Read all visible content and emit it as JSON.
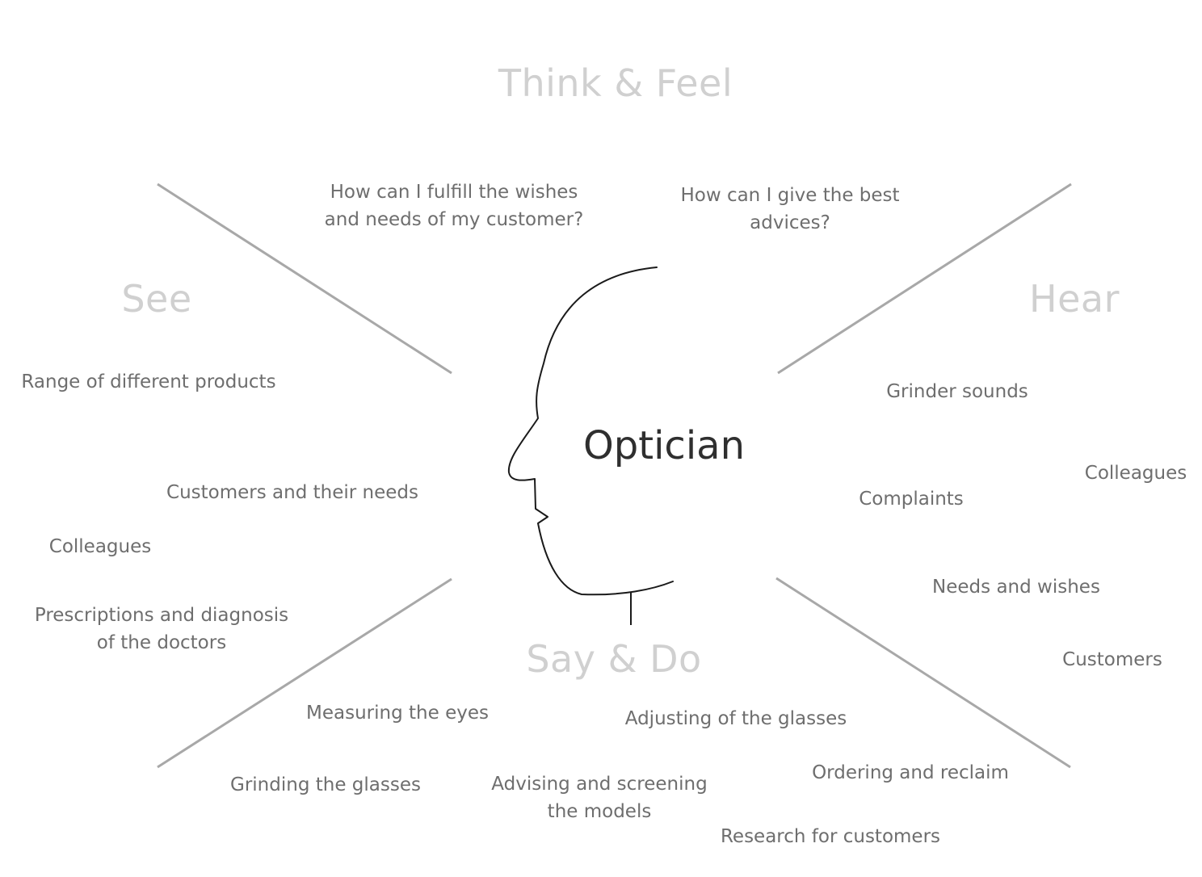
{
  "title": "Optician",
  "sections": {
    "think_feel": {
      "title": "Think & Feel",
      "items": [
        "How can I fulfill the wishes\nand needs of my customer?",
        "How can I give the best\nadvices?"
      ]
    },
    "see": {
      "title": "See",
      "items": [
        "Range of different products",
        "Customers and their needs",
        "Colleagues",
        "Prescriptions and diagnosis\nof the doctors"
      ]
    },
    "hear": {
      "title": "Hear",
      "items": [
        "Grinder sounds",
        "Colleagues",
        "Complaints",
        "Needs and wishes",
        "Customers"
      ]
    },
    "say_do": {
      "title": "Say & Do",
      "items": [
        "Measuring the eyes",
        "Adjusting of the glasses",
        "Grinding the glasses",
        "Advising and screening\nthe models",
        "Ordering and reclaim",
        "Research for customers"
      ]
    }
  },
  "colors": {
    "section_title": "#d0d0d0",
    "note_text": "#6e6e6e",
    "divider": "#a8a8a8",
    "head_outline": "#1a1a1a",
    "center_title": "#2f2f2f"
  }
}
